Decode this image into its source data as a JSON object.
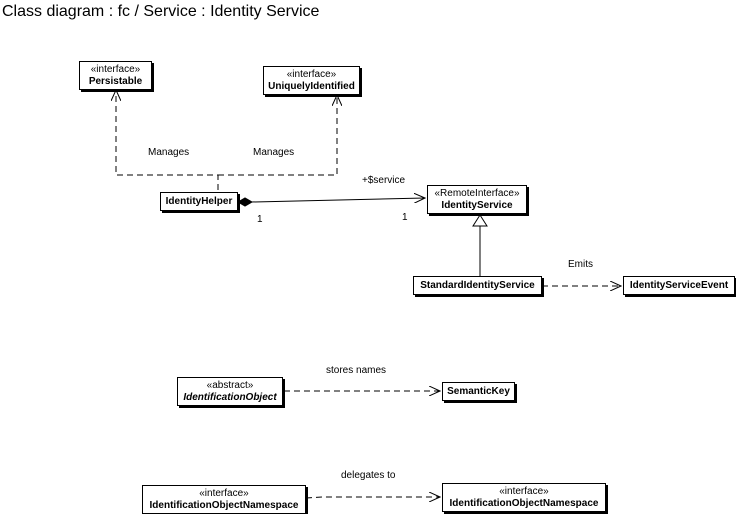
{
  "title": "Class diagram : fc / Service : Identity Service",
  "classes": {
    "persistable": {
      "stereotype": "«interface»",
      "name": "Persistable"
    },
    "uniquely_identified": {
      "stereotype": "«interface»",
      "name": "UniquelyIdentified"
    },
    "identity_helper": {
      "name": "IdentityHelper"
    },
    "identity_service": {
      "stereotype": "«RemoteInterface»",
      "name": "IdentityService"
    },
    "standard_identity_service": {
      "name": "StandardIdentityService"
    },
    "identity_service_event": {
      "name": "IdentityServiceEvent"
    },
    "identification_object": {
      "stereotype": "«abstract»",
      "name": "IdentificationObject"
    },
    "semantic_key": {
      "name": "SemanticKey"
    },
    "namespace_left": {
      "stereotype": "«interface»",
      "name": "IdentificationObjectNamespace"
    },
    "namespace_right": {
      "stereotype": "«interface»",
      "name": "IdentificationObjectNamespace"
    }
  },
  "labels": {
    "manages_1": "Manages",
    "manages_2": "Manages",
    "service_role": "+$service",
    "mult_helper": "1",
    "mult_service": "1",
    "emits": "Emits",
    "stores_names": "stores names",
    "delegates_to": "delegates to"
  }
}
